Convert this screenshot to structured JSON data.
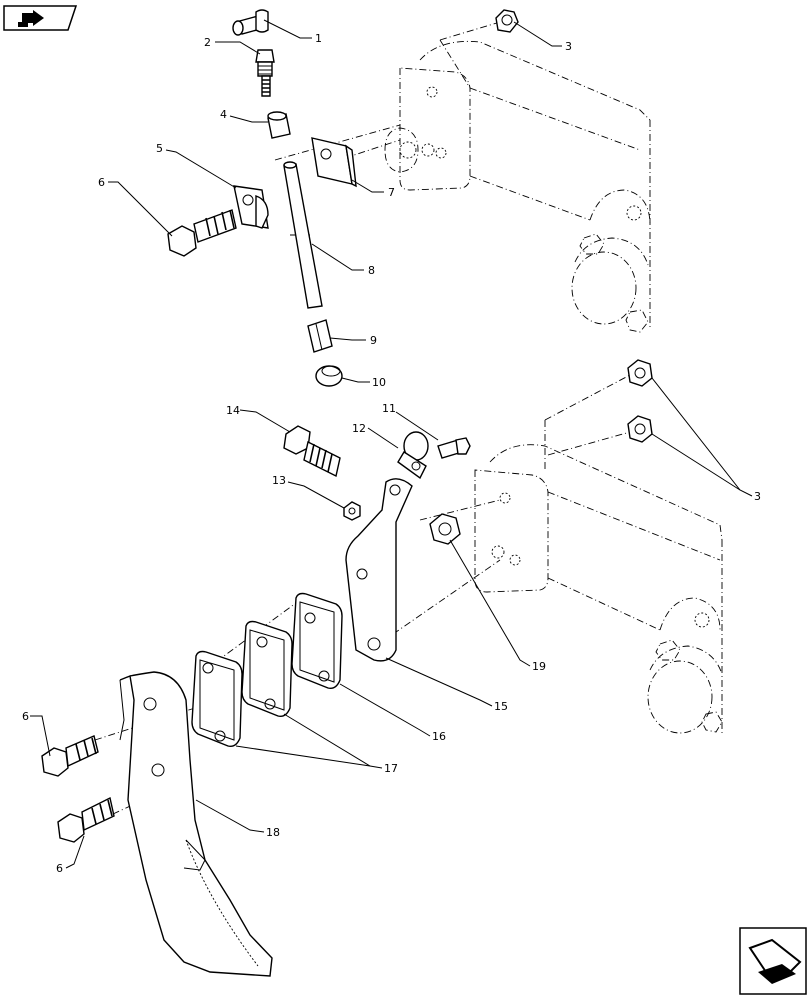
{
  "callouts": [
    {
      "id": "c1",
      "text": "1"
    },
    {
      "id": "c2",
      "text": "2"
    },
    {
      "id": "c3a",
      "text": "3"
    },
    {
      "id": "c4",
      "text": "4"
    },
    {
      "id": "c5",
      "text": "5"
    },
    {
      "id": "c6a",
      "text": "6"
    },
    {
      "id": "c7",
      "text": "7"
    },
    {
      "id": "c8",
      "text": "8"
    },
    {
      "id": "c9",
      "text": "9"
    },
    {
      "id": "c10",
      "text": "10"
    },
    {
      "id": "c11",
      "text": "11"
    },
    {
      "id": "c12",
      "text": "12"
    },
    {
      "id": "c13",
      "text": "13"
    },
    {
      "id": "c14",
      "text": "14"
    },
    {
      "id": "c3b",
      "text": "3"
    },
    {
      "id": "c19",
      "text": "19"
    },
    {
      "id": "c15",
      "text": "15"
    },
    {
      "id": "c16",
      "text": "16"
    },
    {
      "id": "c17",
      "text": "17"
    },
    {
      "id": "c6b",
      "text": "6"
    },
    {
      "id": "c18",
      "text": "18"
    },
    {
      "id": "c6c",
      "text": "6"
    }
  ],
  "icons": {
    "top_left": "book-arrow-icon",
    "bottom_right": "next-page-arrow-icon"
  }
}
